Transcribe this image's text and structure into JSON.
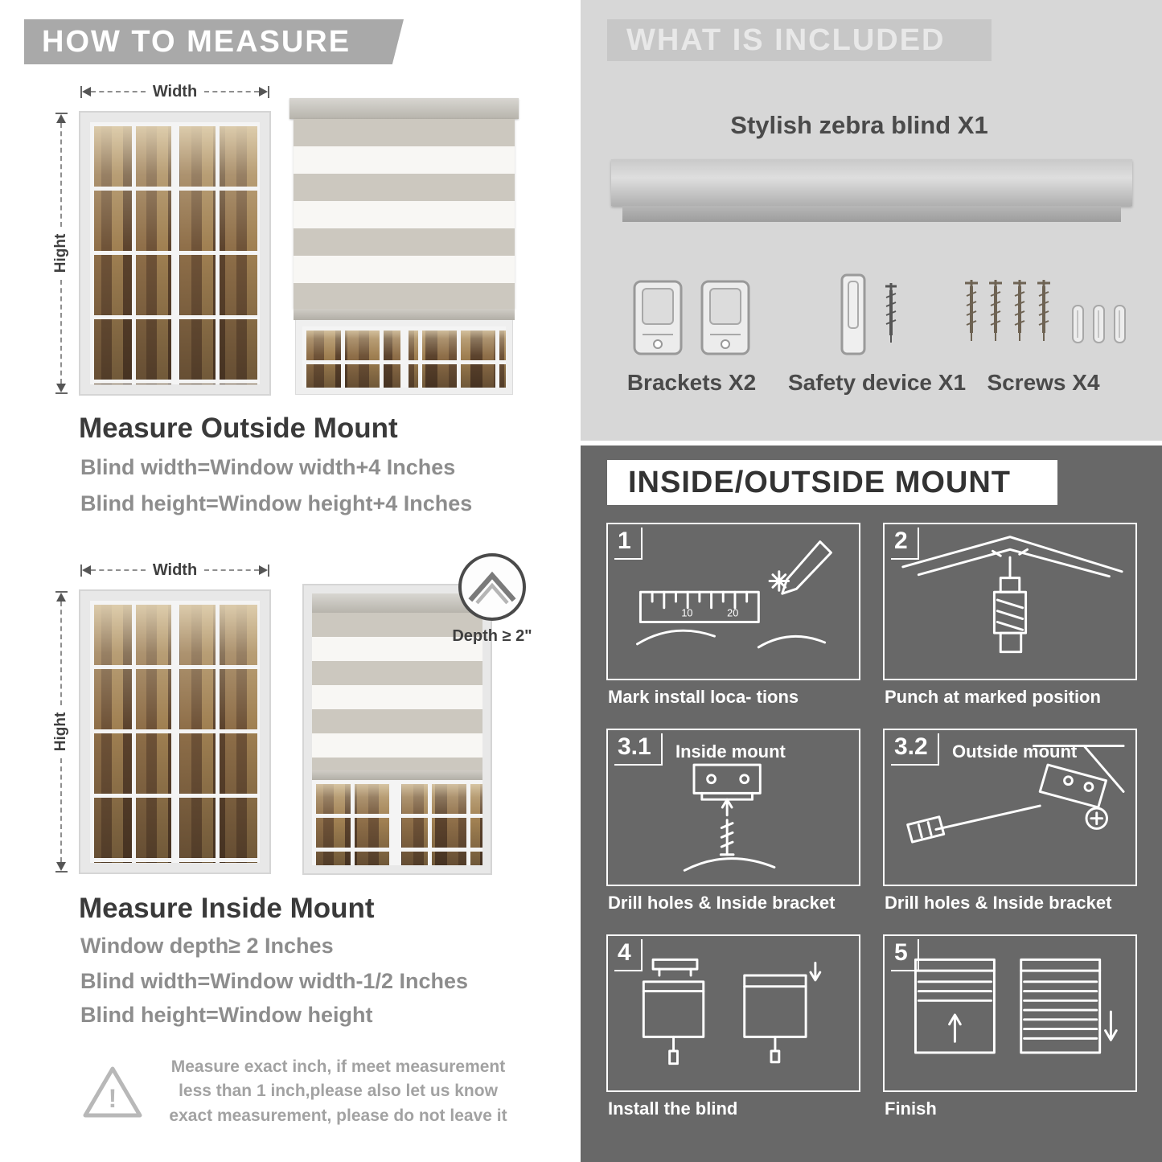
{
  "left": {
    "banner": "HOW TO MEASURE",
    "labels": {
      "width": "Width",
      "height": "Hight",
      "depth": "Depth ≥ 2\""
    },
    "outside": {
      "title": "Measure Outside Mount",
      "line1": "Blind width=Window width+4 Inches",
      "line2": "Blind height=Window height+4 Inches"
    },
    "inside": {
      "title": "Measure Inside Mount",
      "line1": "Window depth≥ 2 Inches",
      "line2": "Blind width=Window width-1/2 Inches",
      "line3": "Blind height=Window height"
    },
    "warning": "Measure exact inch, if meet measurement less than 1 inch,please also let us know exact measurement, please do not leave it"
  },
  "included": {
    "banner": "WHAT IS INCLUDED",
    "blind_label": "Stylish zebra blind X1",
    "items": [
      {
        "label": "Brackets X2"
      },
      {
        "label": "Safety device X1"
      },
      {
        "label": "Screws X4"
      }
    ]
  },
  "mount": {
    "banner": "INSIDE/OUTSIDE MOUNT",
    "steps": [
      {
        "num": "1",
        "inline": "",
        "caption": "Mark install loca- tions"
      },
      {
        "num": "2",
        "inline": "",
        "caption": "Punch at  marked position"
      },
      {
        "num": "3.1",
        "inline": "Inside mount",
        "caption": "Drill holes &  Inside bracket"
      },
      {
        "num": "3.2",
        "inline": "Outside mount",
        "caption": "Drill holes &  Inside bracket"
      },
      {
        "num": "4",
        "inline": "",
        "caption": "Install the blind"
      },
      {
        "num": "5",
        "inline": "",
        "caption": "Finish"
      }
    ]
  },
  "colors": {
    "banner_gray": "#a9a9a9",
    "included_bg": "#d7d7d7",
    "mount_bg": "#686868",
    "text_dark": "#3a3a3a",
    "text_gray": "#8d8d8d"
  }
}
